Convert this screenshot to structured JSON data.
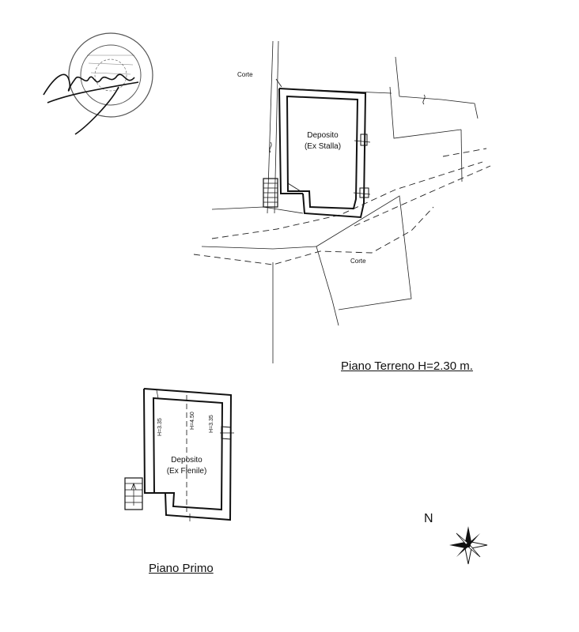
{
  "ground_floor": {
    "title": "Piano Terreno H=2.30 m.",
    "room_name": "Deposito",
    "room_subtitle": "(Ex Stalla)",
    "corte_top": "Corte",
    "corte_bottom": "Corte"
  },
  "first_floor": {
    "title": "Piano Primo",
    "room_name": "Deposito",
    "room_subtitle": "(Ex Fienile)",
    "height_left": "H=3.35",
    "height_center": "H=4.50",
    "height_right": "H=3.35"
  },
  "compass": {
    "north_label": "N"
  },
  "stamp": {
    "icon": "circular-stamp-with-signature"
  }
}
